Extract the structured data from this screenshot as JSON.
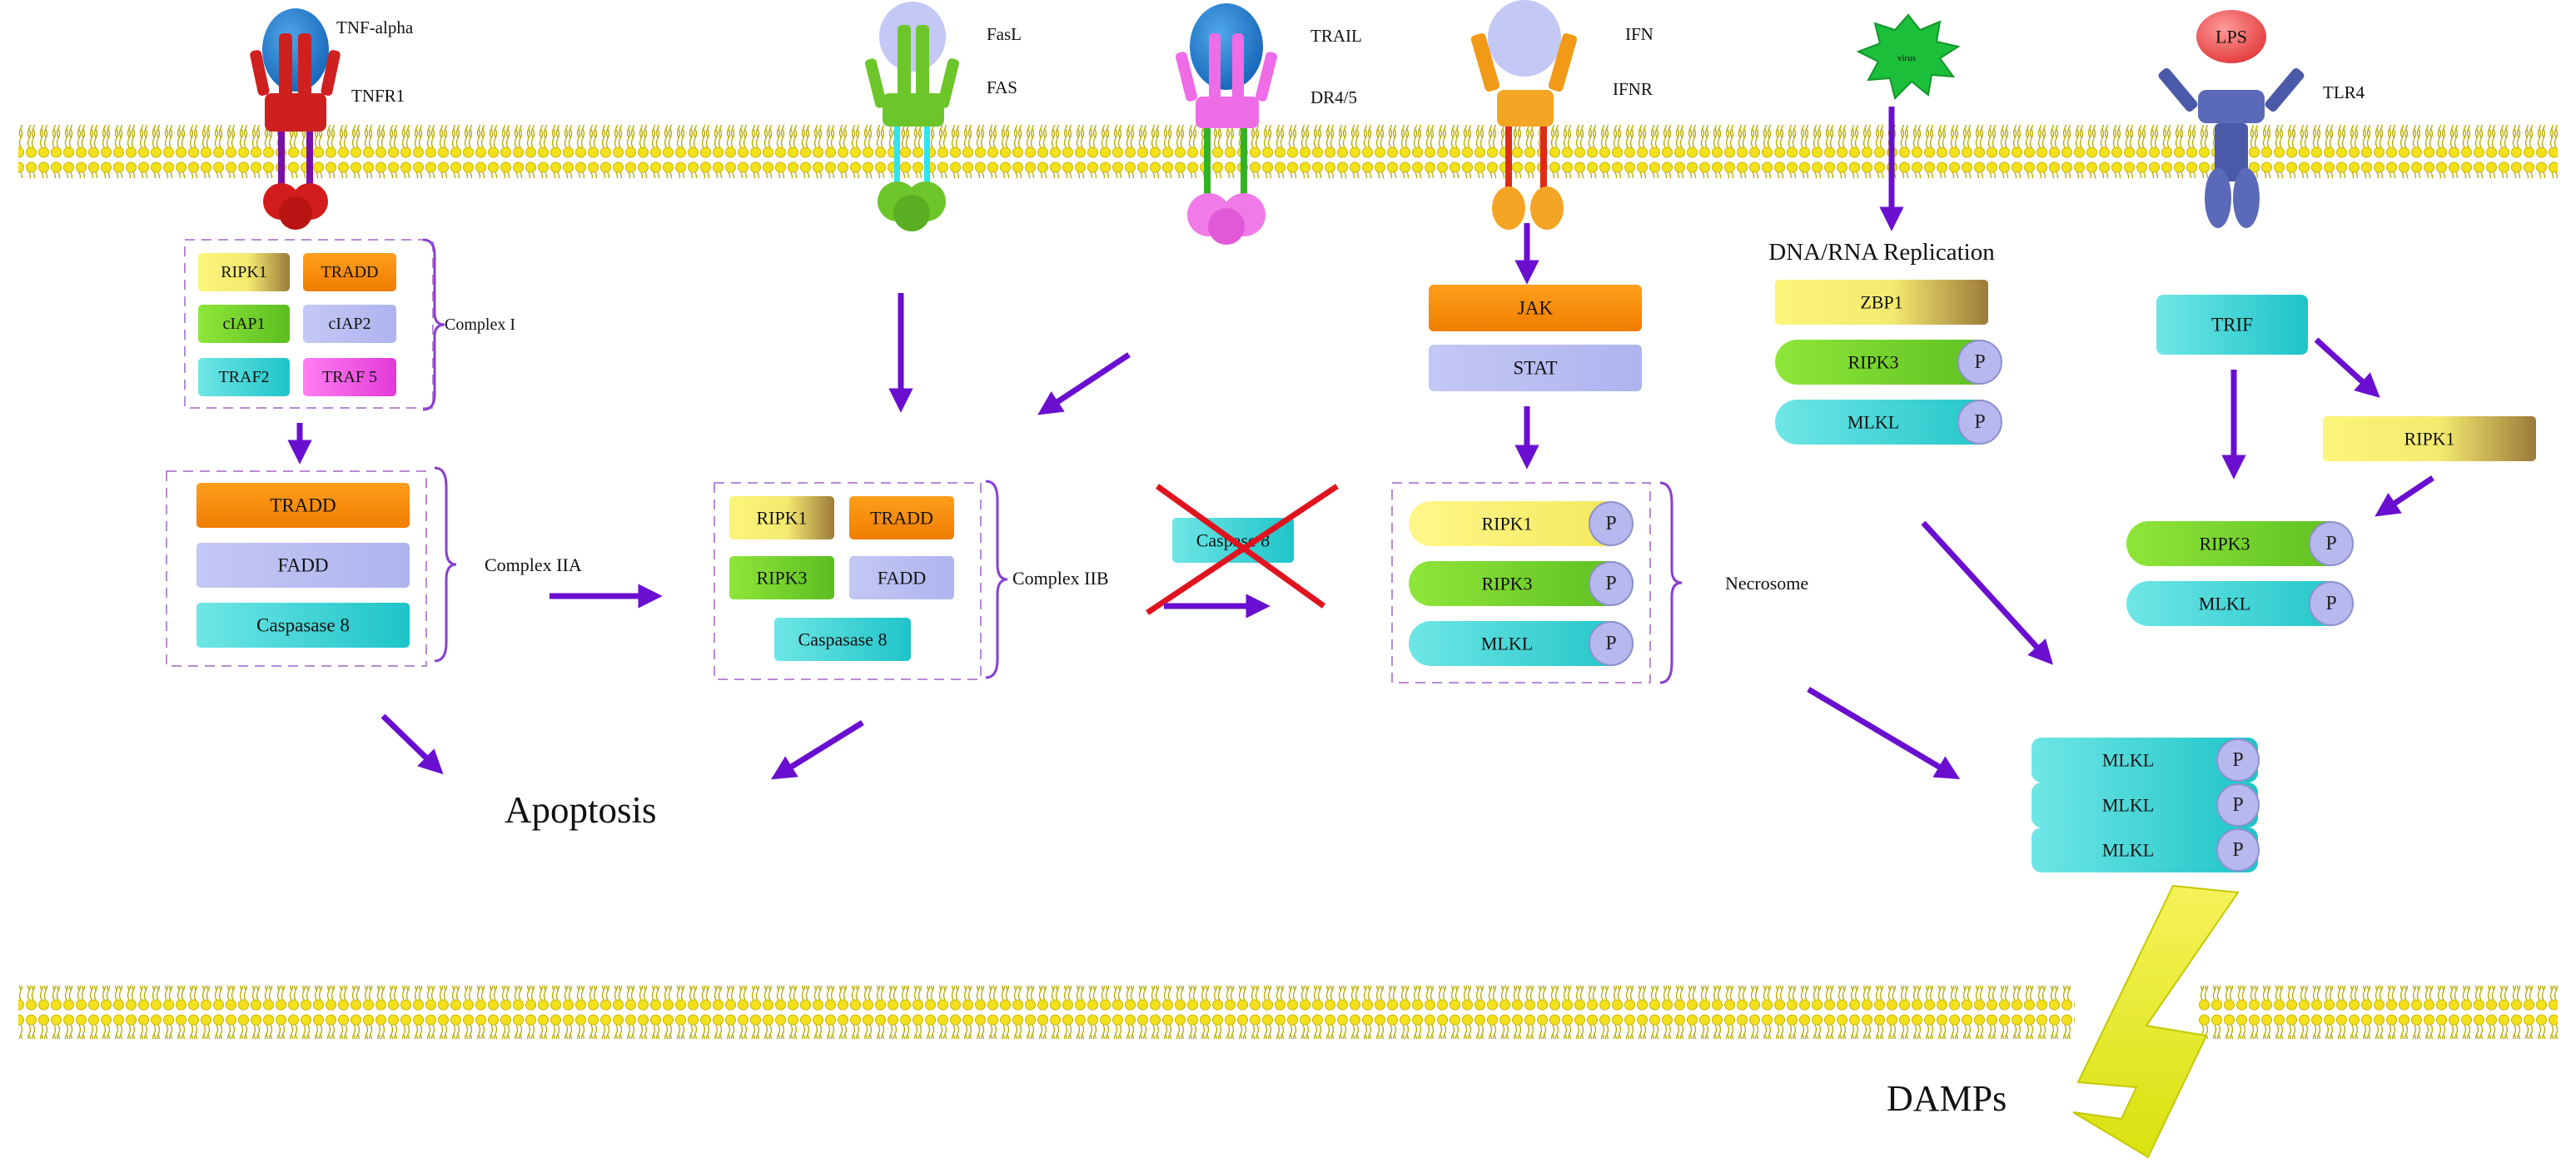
{
  "colors": {
    "arrow": "#6a0fd0",
    "membrane_head": "#f3e11b",
    "bracket": "#8a3fd1",
    "cross": "#e0141e"
  },
  "receptors": {
    "tnf": {
      "ligand": "TNF-alpha",
      "receptor": "TNFR1"
    },
    "fas": {
      "ligand": "FasL",
      "receptor": "FAS"
    },
    "trail": {
      "ligand": "TRAIL",
      "receptor": "DR4/5"
    },
    "ifn": {
      "ligand": "IFN",
      "receptor": "IFNR"
    },
    "virus": {
      "label": "virus"
    },
    "tlr4": {
      "ligand": "LPS",
      "receptor": "TLR4"
    }
  },
  "complex_i": {
    "title": "Complex I",
    "items": [
      "RIPK1",
      "TRADD",
      "cIAP1",
      "cIAP2",
      "TRAF2",
      "TRAF 5"
    ]
  },
  "complex_iia": {
    "title": "Complex IIA",
    "items": [
      "TRADD",
      "FADD",
      "Caspasase 8"
    ]
  },
  "complex_iib": {
    "title": "Complex IIB",
    "items": [
      "RIPK1",
      "TRADD",
      "RIPK3",
      "FADD",
      "Caspasase 8"
    ]
  },
  "caspase_blocked": "Caspase 8",
  "ifn_pathway": {
    "jak": "JAK",
    "stat": "STAT"
  },
  "necrosome": {
    "title": "Necrosome",
    "items": [
      "RIPK1",
      "RIPK3",
      "MLKL"
    ],
    "phospho": "P"
  },
  "virus_pathway": {
    "title": "DNA/RNA Replication",
    "items": [
      "ZBP1",
      "RIPK3",
      "MLKL"
    ],
    "phospho": "P"
  },
  "tlr_pathway": {
    "trif": "TRIF",
    "ripk1": "RIPK1",
    "items": [
      "RIPK3",
      "MLKL"
    ],
    "phospho": "P"
  },
  "mlkl_oligomer": {
    "items": [
      "MLKL",
      "MLKL",
      "MLKL"
    ],
    "phospho": "P"
  },
  "outcomes": {
    "apoptosis": "Apoptosis",
    "damps": "DAMPs"
  }
}
